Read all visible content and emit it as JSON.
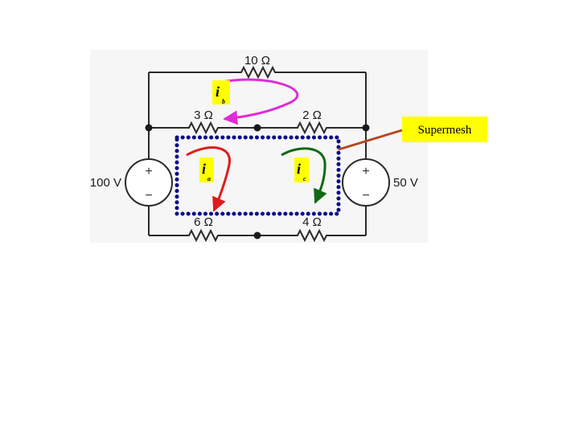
{
  "circuit": {
    "resistors": {
      "top": "10 Ω",
      "upper_left": "3 Ω",
      "upper_right": "2 Ω",
      "lower_left": "6 Ω",
      "lower_right": "4 Ω"
    },
    "sources": {
      "left": {
        "value": "100 V",
        "plus": "+",
        "minus": "−"
      },
      "right": {
        "value": "50 V",
        "plus": "+",
        "minus": "−"
      }
    },
    "mesh_currents": {
      "a": {
        "letter": "i",
        "subscript": "a",
        "color": "#e01b1b"
      },
      "b": {
        "letter": "i",
        "subscript": "b",
        "color": "#e02ad6"
      },
      "c": {
        "letter": "i",
        "subscript": "c",
        "color": "#0f6b13"
      }
    },
    "callout": {
      "text": "Supermesh",
      "background": "#ffff00",
      "pointer_color": "#b5481e"
    },
    "colors": {
      "wire": "#2a2a2a",
      "supermesh_dots": "#0b0b8c",
      "label_bg": "#ffff00"
    }
  }
}
